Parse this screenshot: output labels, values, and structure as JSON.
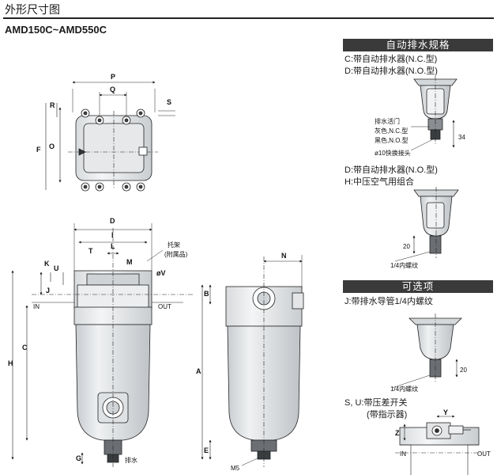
{
  "header": {
    "title": "外形尺寸图",
    "model": "AMD150C~AMD550C"
  },
  "dims": {
    "P": "P",
    "Q": "Q",
    "R": "R",
    "S": "S",
    "F": "F",
    "O": "O",
    "D": "D",
    "I": "I",
    "L": "L",
    "T": "T",
    "M": "M",
    "K": "K",
    "U": "U",
    "J": "J",
    "V": "øV",
    "H": "H",
    "C": "C",
    "G": "G",
    "N": "N",
    "B": "B",
    "A": "A",
    "E": "E"
  },
  "labels": {
    "bracket": "托架",
    "bracket_sub": "(附属品)",
    "in": "IN",
    "out": "OUT",
    "drain": "排水",
    "m5": "M5"
  },
  "right_panel": {
    "auto_drain": {
      "heading": "自动排水规格",
      "line1": "C:带自动排水器(N.C.型)",
      "line2": "D:带自动排水器(N.O.型)",
      "valve": "排水活门",
      "gray": "灰色,N.C.型",
      "black": "黑色,N.O.型",
      "fitting": "ø10快换接头",
      "dim34": "34"
    },
    "combo": {
      "line1": "D:带自动排水器(N.O.型)",
      "line2": "H:中压空气用组合",
      "dim20": "20",
      "thread": "1/4内螺纹"
    },
    "options": {
      "heading": "可选项",
      "j_line": "J:带排水导管1/4内螺纹",
      "dim20": "20",
      "thread": "1/4内螺纹",
      "su_line1": "S, U:带压差开关",
      "su_line2": "(带指示器)",
      "Y": "Y",
      "Z": "Z",
      "in": "IN",
      "out": "OUT"
    }
  }
}
